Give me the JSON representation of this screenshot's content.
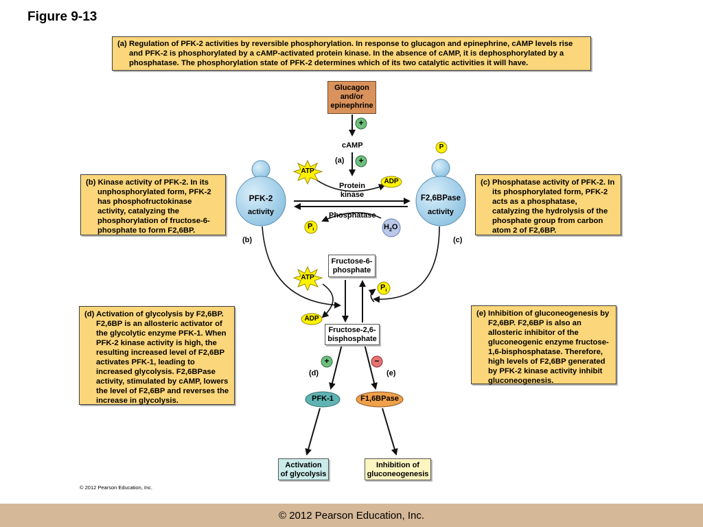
{
  "figure_title": "Figure 9-13",
  "box_a": {
    "lead": "(a) Regulation of PFK-2 activities by reversible phosphorylation.",
    "body": " In response to glucagon and epinephrine, cAMP levels rise and PFK-2 is phosphorylated by a cAMP-activated protein kinase. In the absence of cAMP, it is dephosphorylated by a phosphatase. The phosphorylation state of PFK-2 determines which of its two catalytic activities it will have."
  },
  "box_b": {
    "lead": "(b) Kinase activity of PFK-2.",
    "body": " In its unphosphorylated form, PFK-2 has phosphofructokinase activity, catalyzing the phosphorylation of fructose-6-phosphate to form F2,6BP."
  },
  "box_c": {
    "lead": "(c) Phosphatase activity of PFK-2.",
    "body": " In its phosphorylated form, PFK-2 acts as a phosphatase, catalyzing the hydrolysis of the phosphate group from carbon atom 2 of F2,6BP."
  },
  "box_d": {
    "lead": "(d) Activation of glycolysis by F2,6BP.",
    "body": " F2,6BP is an allosteric activator of the glycolytic enzyme PFK-1. When PFK-2 kinase activity is high, the resulting increased level of F2,6BP activates PFK-1, leading to increased glycolysis. F2,6BPase activity, stimulated by cAMP, lowers the level of F2,6BP and reverses the increase in glycolysis."
  },
  "box_e": {
    "lead": "(e) Inhibition of gluconeogenesis by F2,6BP.",
    "body": " F2,6BP is also an allosteric inhibitor of the gluconeogenic enzyme fructose-1,6-bisphosphatase. Therefore, high levels of F2,6BP generated by PFK-2 kinase activity inhibit gluconeogenesis."
  },
  "diagram": {
    "glucagon": [
      "Glucagon",
      "and/or",
      "epinephrine"
    ],
    "camp": "cAMP",
    "label_a": "(a)",
    "plus": "+",
    "minus": "−",
    "atp": "ATP",
    "adp": "ADP",
    "pi": "P",
    "pi_sub": "i",
    "h2o": "H",
    "h2o_sub": "2",
    "h2o_end": "O",
    "p": "P",
    "protein_kinase": [
      "Protein",
      "kinase"
    ],
    "phosphatase": "Phosphatase",
    "pfk2": [
      "PFK-2",
      "activity"
    ],
    "f26bpase": [
      "F2,6BPase",
      "activity"
    ],
    "label_b": "(b)",
    "label_c": "(c)",
    "label_d": "(d)",
    "label_e": "(e)",
    "f6p": [
      "Fructose-6-",
      "phosphate"
    ],
    "f26bp": [
      "Fructose-2,6-",
      "bisphosphate"
    ],
    "pfk1": "PFK-1",
    "f16bpase": "F1,6BPase",
    "activation": [
      "Activation",
      "of glycolysis"
    ],
    "inhibition": [
      "Inhibition of",
      "gluconeogenesis"
    ]
  },
  "copyright_small": "© 2012 Pearson Education, Inc.",
  "footer": "© 2012 Pearson Education, Inc.",
  "colors": {
    "box_fill": "#fbd67a",
    "enzyme_blue": "#a9d3ec",
    "glucagon_fill": "#d9925c",
    "plus_green": "#6fbf7e",
    "minus_red": "#e57373",
    "atp_yellow": "#fff200",
    "pfk1_teal": "#5fb3b3",
    "f16_orange": "#f0a04b",
    "footer_tan": "#d5b898"
  }
}
